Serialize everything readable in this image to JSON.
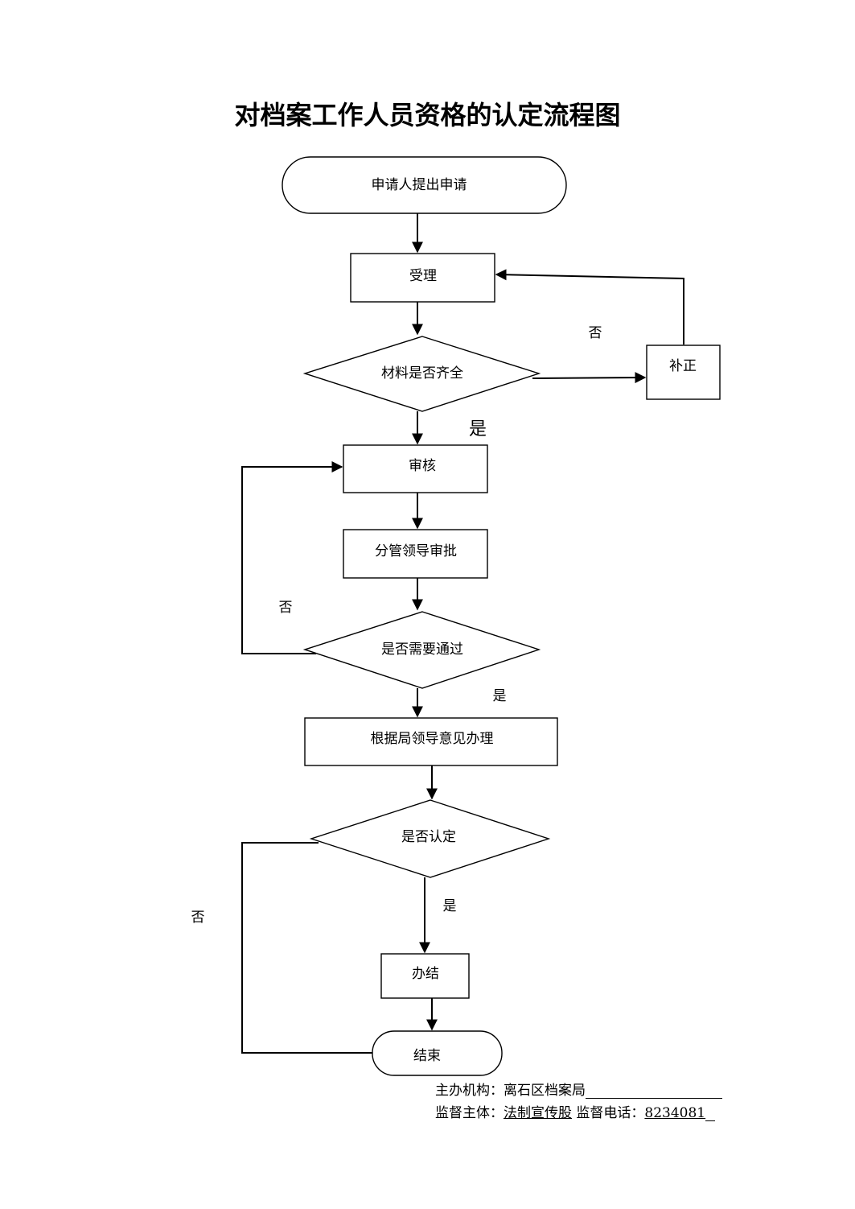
{
  "title": "对档案工作人员资格的认定流程图",
  "nodes": {
    "start": "申请人提出申请",
    "accept": "受理",
    "materials_check": "材料是否齐全",
    "supplement": "补正",
    "review": "审核",
    "leader_approval": "分管领导审批",
    "pass_check": "是否需要通过",
    "handle": "根据局领导意见办理",
    "confirm_check": "是否认定",
    "complete": "办结",
    "end": "结束"
  },
  "edge_labels": {
    "materials_no": "否",
    "materials_yes": "是",
    "pass_no": "否",
    "pass_yes": "是",
    "confirm_no": "否",
    "confirm_yes": "是"
  },
  "footer": {
    "host_label": "主办机构：",
    "host_value": "离石区档案局",
    "supervisor_label": "监督主体：",
    "supervisor_value": "法制宣传股",
    "phone_label": "监督电话：",
    "phone_value": "8234081"
  }
}
